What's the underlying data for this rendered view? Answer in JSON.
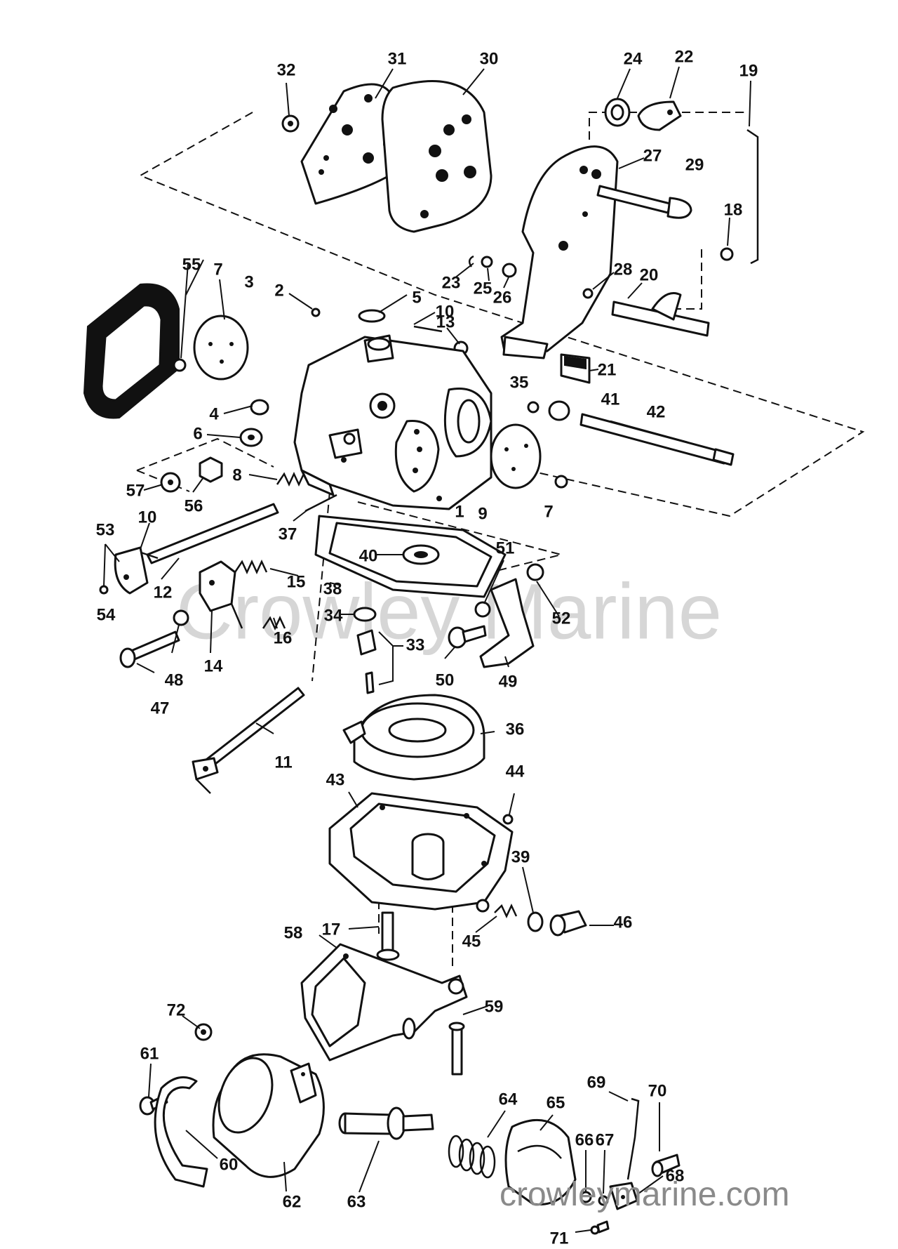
{
  "watermark": "Crowley Marine",
  "site": "crowleymarine.com",
  "callouts": {
    "c1": "1",
    "c2": "2",
    "c3": "3",
    "c4": "4",
    "c5": "5",
    "c6": "6",
    "c7a": "7",
    "c7b": "7",
    "c8": "8",
    "c9": "9",
    "c10a": "10",
    "c10b": "10",
    "c11": "11",
    "c12": "12",
    "c13": "13",
    "c14": "14",
    "c15": "15",
    "c16": "16",
    "c17": "17",
    "c18": "18",
    "c19": "19",
    "c20": "20",
    "c21": "21",
    "c22": "22",
    "c23": "23",
    "c24": "24",
    "c25": "25",
    "c26": "26",
    "c27": "27",
    "c28": "28",
    "c29": "29",
    "c30": "30",
    "c31": "31",
    "c32": "32",
    "c33": "33",
    "c34": "34",
    "c35": "35",
    "c36": "36",
    "c37": "37",
    "c38": "38",
    "c39": "39",
    "c40": "40",
    "c41": "41",
    "c42": "42",
    "c43": "43",
    "c44": "44",
    "c45": "45",
    "c46": "46",
    "c47": "47",
    "c48": "48",
    "c49": "49",
    "c50": "50",
    "c51": "51",
    "c52": "52",
    "c53": "53",
    "c54": "54",
    "c55": "55",
    "c56": "56",
    "c57": "57",
    "c58": "58",
    "c59": "59",
    "c60": "60",
    "c61": "61",
    "c62": "62",
    "c63": "63",
    "c64": "64",
    "c65": "65",
    "c66": "66",
    "c67": "67",
    "c68": "68",
    "c69": "69",
    "c70": "70",
    "c71": "71",
    "c72": "72"
  }
}
